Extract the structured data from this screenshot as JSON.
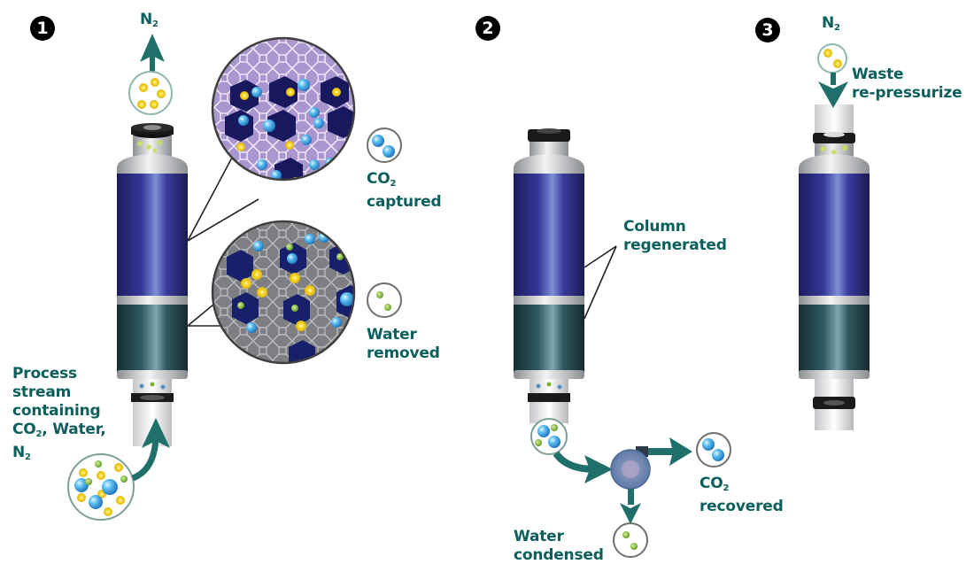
{
  "title": "CO2 capture column cycle",
  "colors": {
    "label_teal": "#0b5f5c",
    "arrow_teal": "#1f6f6a",
    "column_blue": "#2e2f8a",
    "column_green": "#2b4f55",
    "co2_molecule": "#3fa7e0",
    "n2_molecule": "#f2d22a",
    "water_molecule": "#7bb52a"
  },
  "steps": [
    {
      "number": "1",
      "top_label": {
        "main": "N",
        "sub": "2"
      },
      "callouts": [
        {
          "line1": {
            "main": "CO",
            "sub": "2"
          },
          "line2": "captured"
        },
        {
          "line1": {
            "main": "Water",
            "sub": ""
          },
          "line2": "removed"
        }
      ],
      "input_label": {
        "lines": [
          "Process",
          "stream",
          "containing"
        ],
        "line4": {
          "a": "CO",
          "sub": "2",
          "b": ", Water,"
        },
        "line5": {
          "main": "N",
          "sub": "2"
        }
      }
    },
    {
      "number": "2",
      "callout": {
        "line1": "Column",
        "line2": "regenerated"
      },
      "outputs": [
        {
          "line1": {
            "main": "CO",
            "sub": "2"
          },
          "line2": "recovered"
        },
        {
          "line1": "Water",
          "line2": "condensed"
        }
      ]
    },
    {
      "number": "3",
      "top_label": {
        "main": "N",
        "sub": "2"
      },
      "label": {
        "line1": "Waste",
        "line2": "re-pressurize"
      }
    }
  ]
}
